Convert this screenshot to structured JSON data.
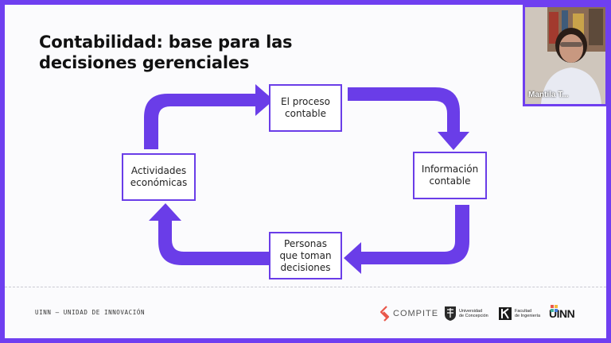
{
  "slide": {
    "title_line1": "Contabilidad: base para las",
    "title_line2": "decisiones gerenciales",
    "nodes": {
      "top": [
        "El proceso",
        "contable"
      ],
      "right": [
        "Información",
        "contable"
      ],
      "bottom": [
        "Personas",
        "que toman",
        "decisiones"
      ],
      "left": [
        "Actividades",
        "económicas"
      ]
    },
    "footer_text": "UINN – UNIDAD DE INNOVACIÓN"
  },
  "logos": {
    "compite": "COMPITE",
    "udec": [
      "Universidad",
      "de Concepción"
    ],
    "ingenieria": [
      "Facultad",
      "de Ingeniería"
    ],
    "uinn": "UINN"
  },
  "webcam": {
    "participant_name": "Mantila T..."
  },
  "colors": {
    "accent": "#6a3de8",
    "frame": "#6f3ff0",
    "slide_bg": "#fbfbfd",
    "compite": "#e9584b"
  }
}
